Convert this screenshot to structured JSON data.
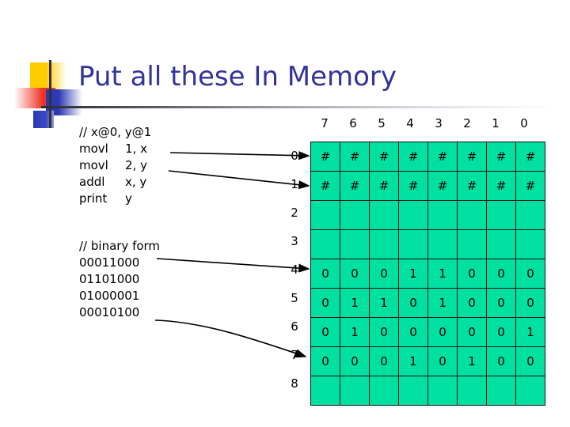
{
  "slide": {
    "title": "Put all these In Memory"
  },
  "code_asm": {
    "lines": [
      {
        "op": "// x@0, y@1",
        "args": ""
      },
      {
        "op": "movl",
        "args": "1, x"
      },
      {
        "op": "movl",
        "args": "2, y"
      },
      {
        "op": "addl",
        "args": "x, y"
      },
      {
        "op": "print",
        "args": "y"
      }
    ]
  },
  "code_bin": {
    "lines": [
      {
        "op": "// binary form",
        "args": ""
      },
      {
        "op": "00011000",
        "args": ""
      },
      {
        "op": "01101000",
        "args": ""
      },
      {
        "op": "01000001",
        "args": ""
      },
      {
        "op": "00010100",
        "args": ""
      }
    ]
  },
  "memory_table": {
    "column_headers": [
      "7",
      "6",
      "5",
      "4",
      "3",
      "2",
      "1",
      "0"
    ],
    "row_labels": [
      "0",
      "1",
      "2",
      "3",
      "4",
      "5",
      "6",
      "7",
      "8"
    ],
    "rows": [
      [
        "#",
        "#",
        "#",
        "#",
        "#",
        "#",
        "#",
        "#"
      ],
      [
        "#",
        "#",
        "#",
        "#",
        "#",
        "#",
        "#",
        "#"
      ],
      [
        "",
        "",
        "",
        "",
        "",
        "",
        "",
        ""
      ],
      [
        "",
        "",
        "",
        "",
        "",
        "",
        "",
        ""
      ],
      [
        "0",
        "0",
        "0",
        "1",
        "1",
        "0",
        "0",
        "0"
      ],
      [
        "0",
        "1",
        "1",
        "0",
        "1",
        "0",
        "0",
        "0"
      ],
      [
        "0",
        "1",
        "0",
        "0",
        "0",
        "0",
        "0",
        "1"
      ],
      [
        "0",
        "0",
        "0",
        "1",
        "0",
        "1",
        "0",
        "0"
      ],
      [
        "",
        "",
        "",
        "",
        "",
        "",
        "",
        ""
      ]
    ]
  },
  "colors": {
    "title": "#333399",
    "cell_fill": "#00E0A0",
    "cell_border": "#111111",
    "deco_yellow": "#FFCC00",
    "deco_red": "#EE3322",
    "deco_blue": "#2B39B5"
  }
}
